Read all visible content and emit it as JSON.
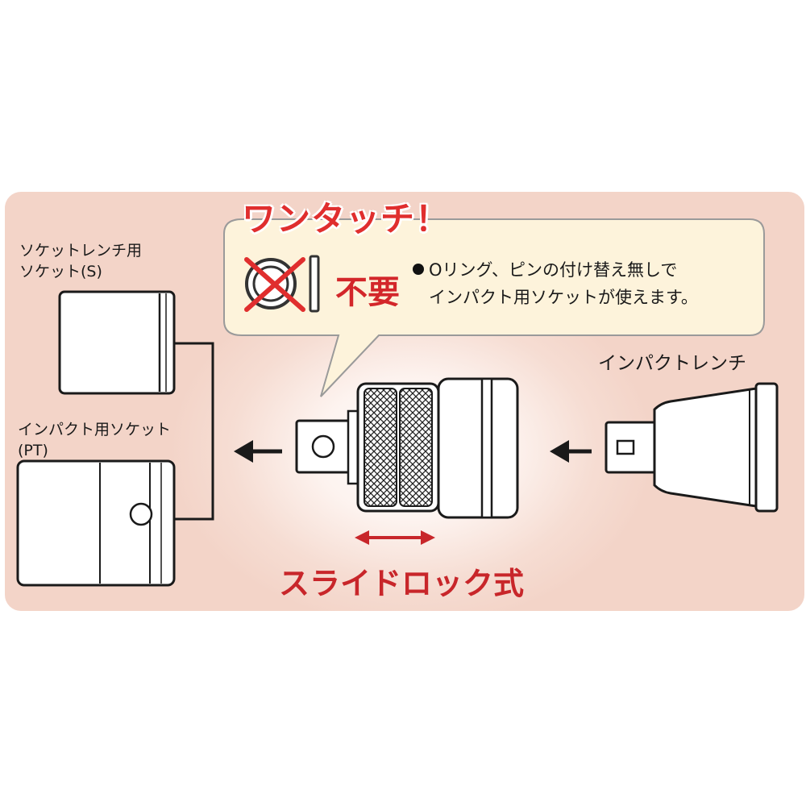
{
  "title": "ワンタッチ！",
  "not_required": "不要",
  "note": {
    "line1": "Oリング、ピンの付け替え無しで",
    "line2": "インパクト用ソケットが使えます。"
  },
  "labels": {
    "socket_wrench_line1": "ソケットレンチ用",
    "socket_wrench_line2": "ソケット(S)",
    "impact_socket_line1": "インパクト用ソケット",
    "impact_socket_line2": "(PT)",
    "impact_wrench": "インパクトレンチ"
  },
  "slide_lock": "スライドロック式",
  "colors": {
    "accent_red": "#d3262a",
    "panel_pink": "#f3d4c8",
    "bubble_fill": "#fdf3db"
  }
}
